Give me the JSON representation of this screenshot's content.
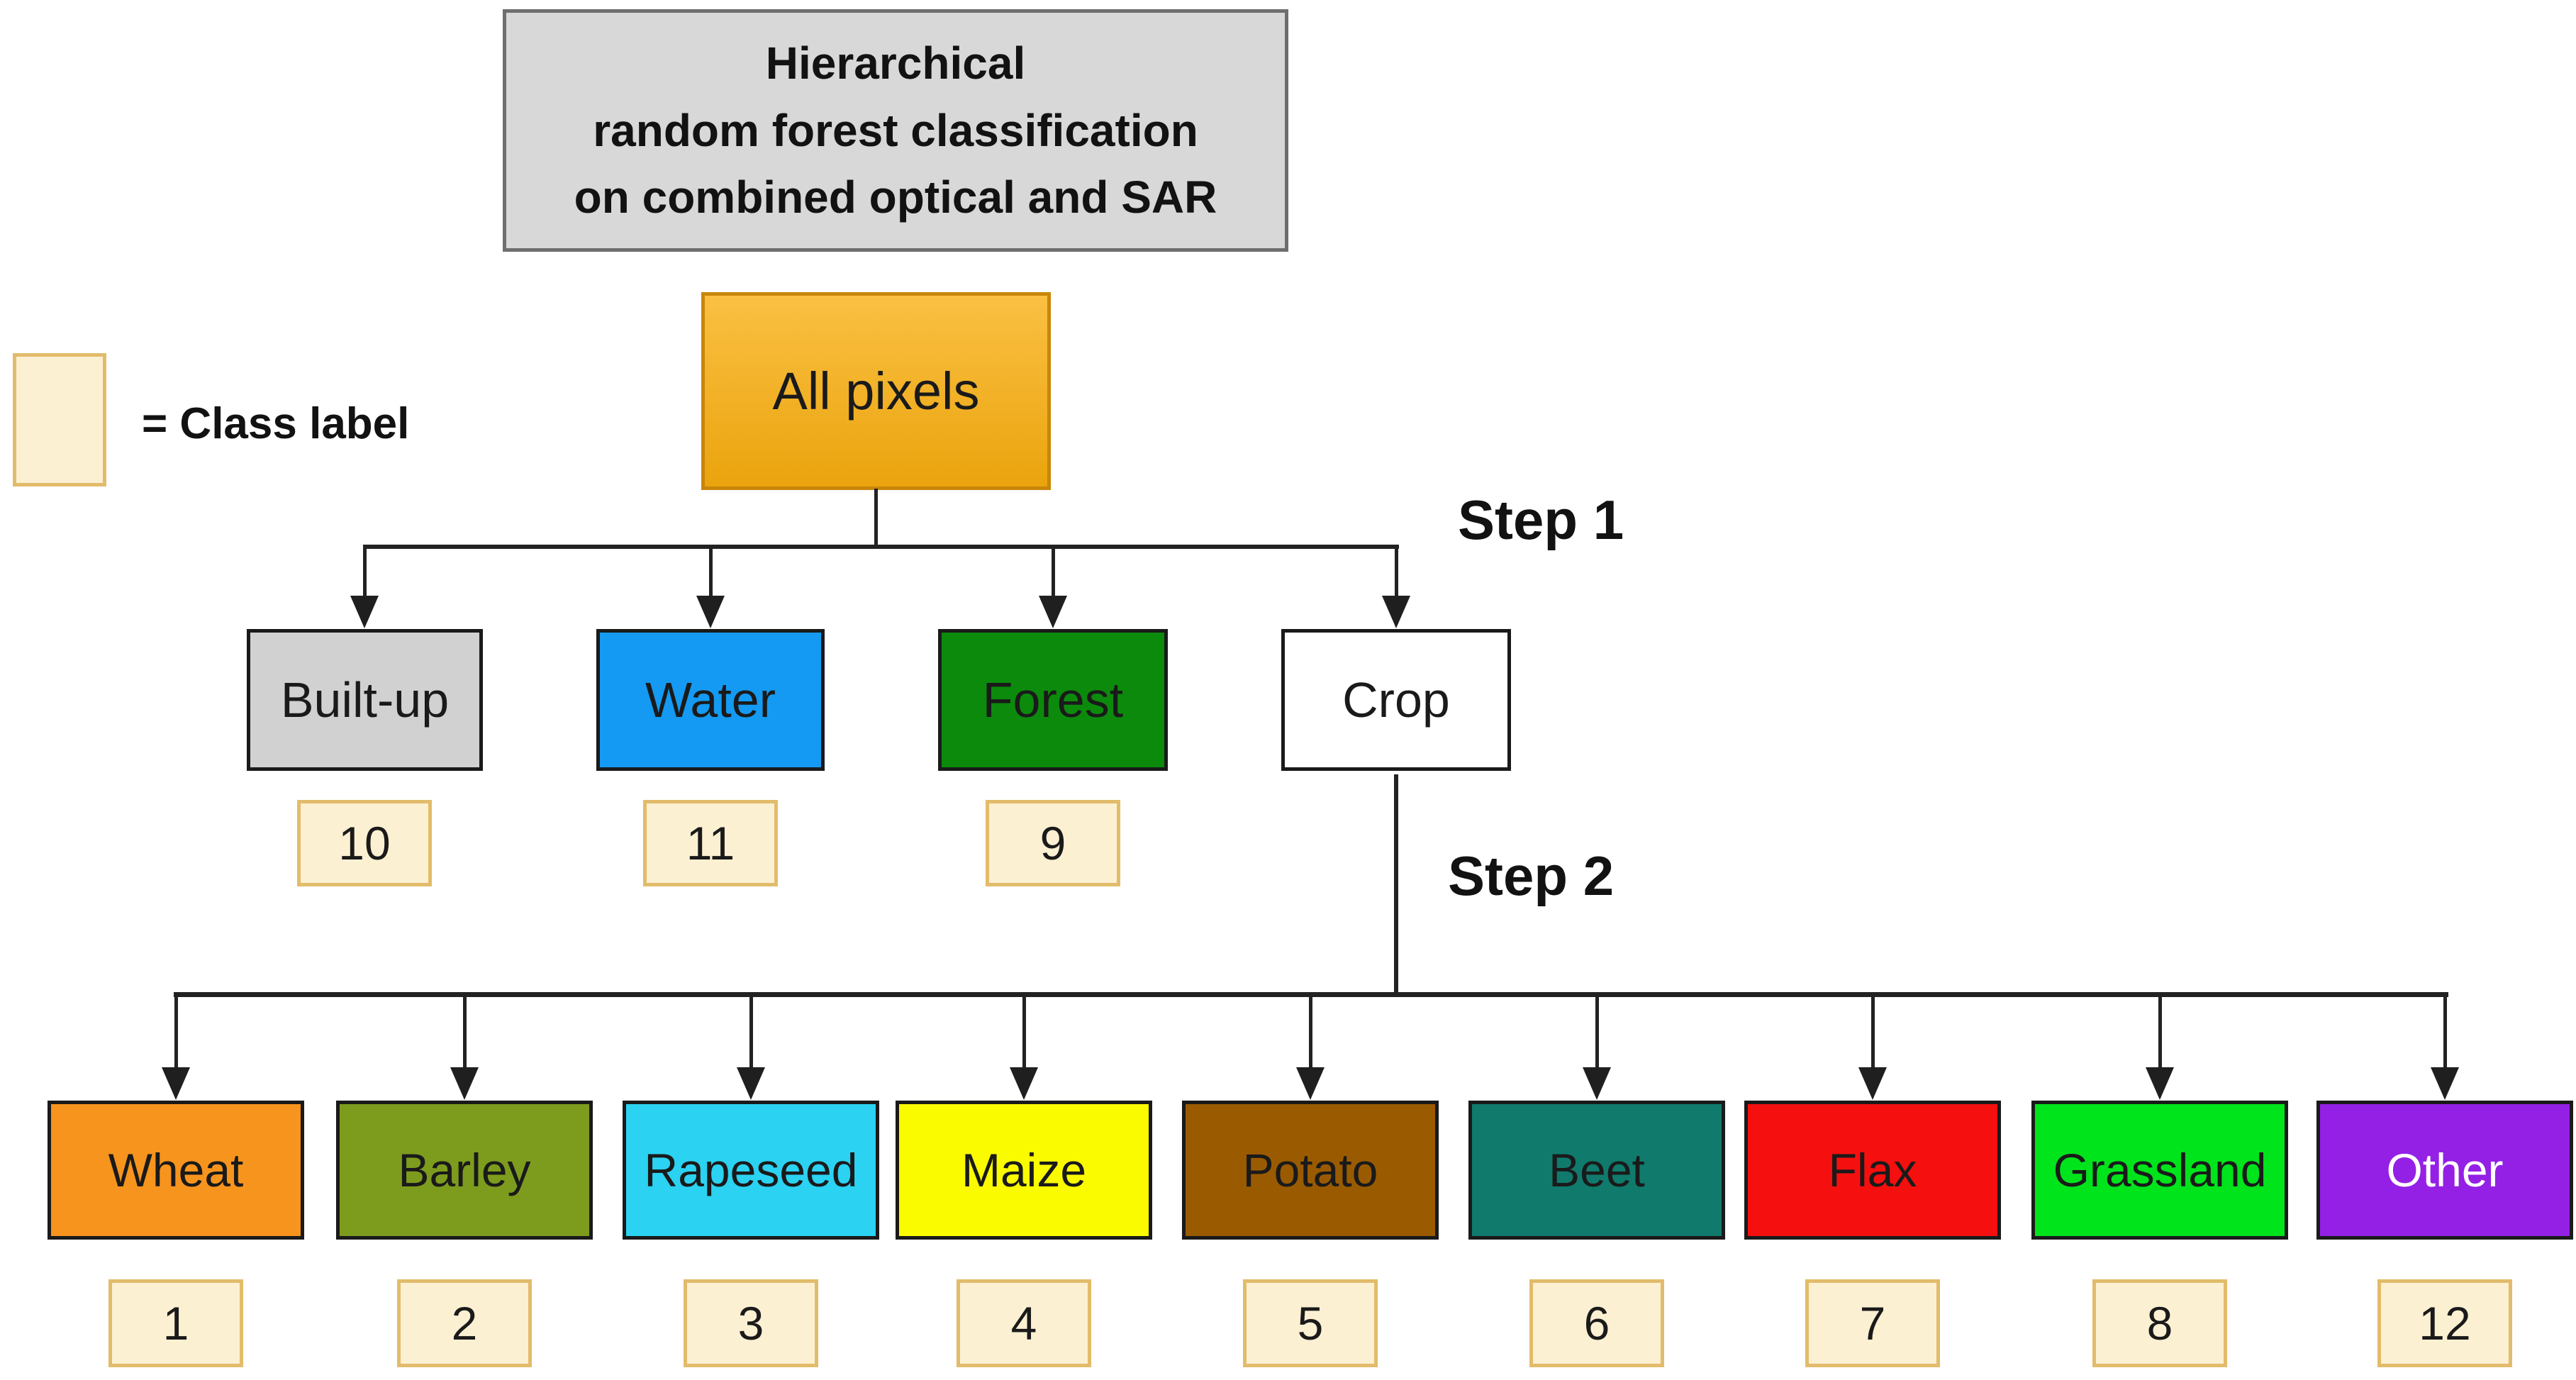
{
  "title": {
    "lines": [
      "Hierarchical",
      "random forest classification",
      "on combined optical and SAR"
    ],
    "fill": "#D8D8D8"
  },
  "legend": {
    "label": "= Class label",
    "fill": "#FCF0D2",
    "border": "#E2BC6B"
  },
  "root": {
    "label": "All pixels",
    "fill": "#F9AE0E",
    "text_color": "#1A1A1A"
  },
  "steps": [
    {
      "label": "Step 1"
    },
    {
      "label": "Step 2"
    }
  ],
  "step1_nodes": [
    {
      "label": "Built-up",
      "fill": "#D1D1D1",
      "text_color": "#1A1A1A",
      "class_number": "10"
    },
    {
      "label": "Water",
      "fill": "#149AF2",
      "text_color": "#1A1A1A",
      "class_number": "11"
    },
    {
      "label": "Forest",
      "fill": "#0C8A0C",
      "text_color": "#1A1A1A",
      "class_number": "9"
    },
    {
      "label": "Crop",
      "fill": "#FFFFFF",
      "text_color": "#1A1A1A"
    }
  ],
  "step2_nodes": [
    {
      "label": "Wheat",
      "fill": "#F7941D",
      "text_color": "#1A1A1A",
      "class_number": "1"
    },
    {
      "label": "Barley",
      "fill": "#7D9C1E",
      "text_color": "#1A1A1A",
      "class_number": "2"
    },
    {
      "label": "Rapeseed",
      "fill": "#2BD2F2",
      "text_color": "#1A1A1A",
      "class_number": "3"
    },
    {
      "label": "Maize",
      "fill": "#FBFB00",
      "text_color": "#1A1A1A",
      "class_number": "4"
    },
    {
      "label": "Potato",
      "fill": "#9A5B00",
      "text_color": "#1A1A1A",
      "class_number": "5"
    },
    {
      "label": "Beet",
      "fill": "#107A6C",
      "text_color": "#1A1A1A",
      "class_number": "6"
    },
    {
      "label": "Flax",
      "fill": "#F50F0F",
      "text_color": "#1A1A1A",
      "class_number": "7"
    },
    {
      "label": "Grassland",
      "fill": "#00E41C",
      "text_color": "#1A1A1A",
      "class_number": "8"
    },
    {
      "label": "Other",
      "fill": "#9420E6",
      "text_color": "#FFFFFF",
      "class_number": "12"
    }
  ]
}
